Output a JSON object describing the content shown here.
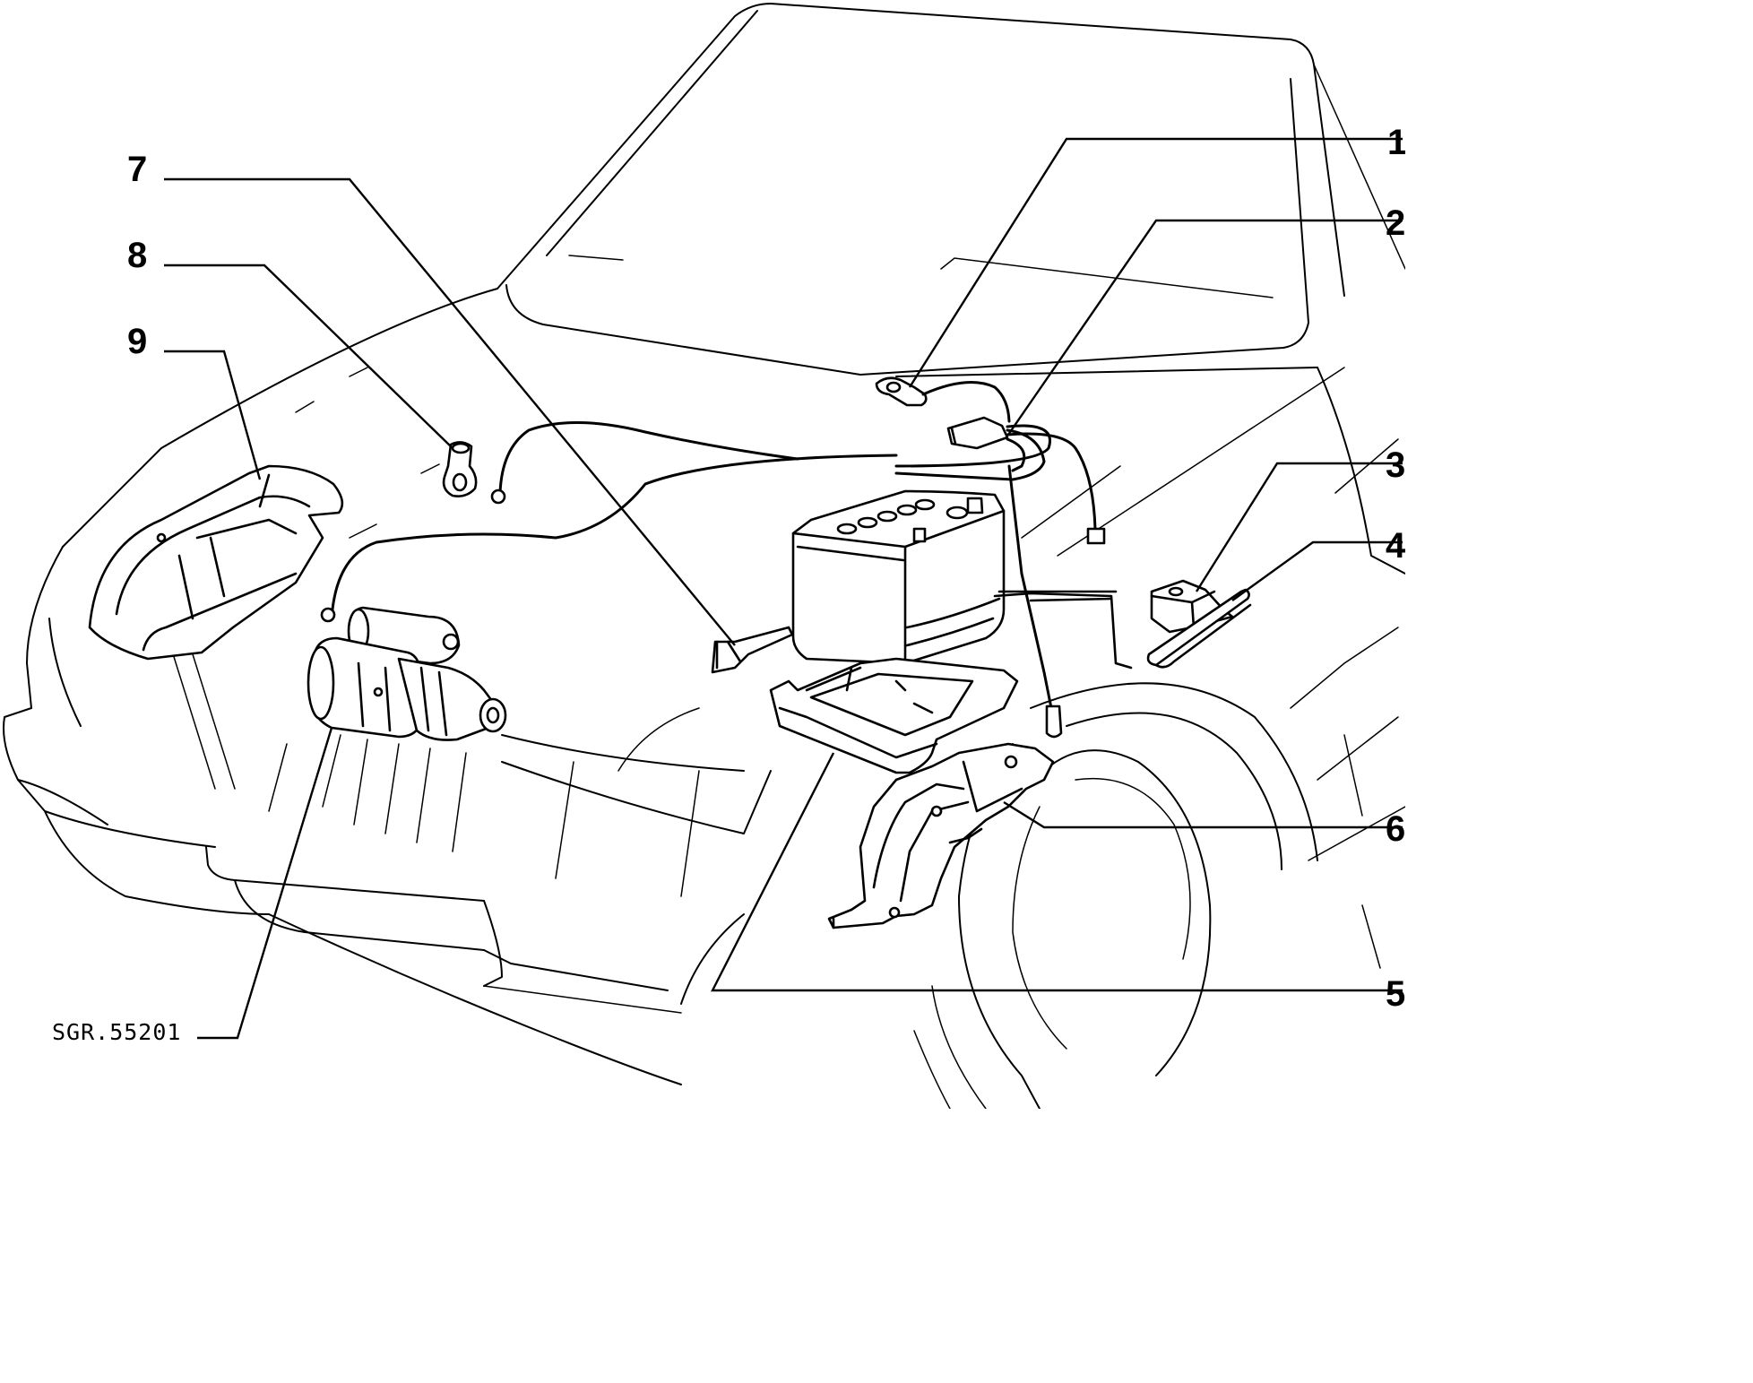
{
  "reference_code": "SGR.55201",
  "callouts": [
    {
      "number": "1",
      "part": "battery-terminal-clamp"
    },
    {
      "number": "2",
      "part": "battery-cable-harness"
    },
    {
      "number": "3",
      "part": "battery-hold-down-clamp"
    },
    {
      "number": "4",
      "part": "battery-fixing-bolt"
    },
    {
      "number": "5",
      "part": "battery-tray"
    },
    {
      "number": "6",
      "part": "battery-support-bracket"
    },
    {
      "number": "7",
      "part": "cable-bracket"
    },
    {
      "number": "8",
      "part": "ground-terminal"
    },
    {
      "number": "9",
      "part": "protective-cover"
    }
  ]
}
